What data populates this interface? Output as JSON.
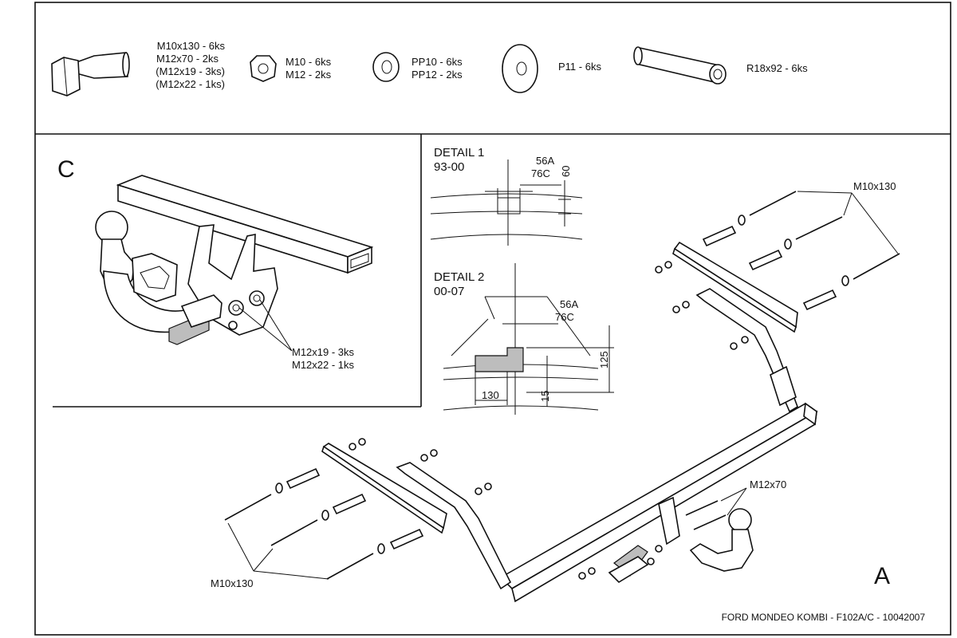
{
  "parts": {
    "bolts": [
      "M10x130 - 6ks",
      "M12x70 - 2ks",
      "(M12x19 - 3ks)",
      "(M12x22 - 1ks)"
    ],
    "nuts": [
      "M10 - 6ks",
      "M12 - 2ks"
    ],
    "washers": [
      "PP10 - 6ks",
      "PP12 - 2ks"
    ],
    "plate_washer": "P11 - 6ks",
    "spacer_tube": "R18x92 - 6ks"
  },
  "view_c": {
    "letter": "C",
    "callout": [
      "M12x19 - 3ks",
      "M12x22 - 1ks"
    ]
  },
  "detail1": {
    "title": [
      "DETAIL 1",
      "93-00"
    ],
    "labels": [
      "56A",
      "76C"
    ],
    "dim": "60"
  },
  "detail2": {
    "title": [
      "DETAIL 2",
      "00-07"
    ],
    "labels": [
      "56A",
      "76C"
    ],
    "dims": [
      "125",
      "15",
      "130"
    ]
  },
  "view_a": {
    "letter": "A",
    "callout_right_top": "M10x130",
    "callout_left_bottom": "M10x130",
    "callout_ball": "M12x70"
  },
  "footer": "FORD MONDEO KOMBI - F102A/C - 10042007"
}
